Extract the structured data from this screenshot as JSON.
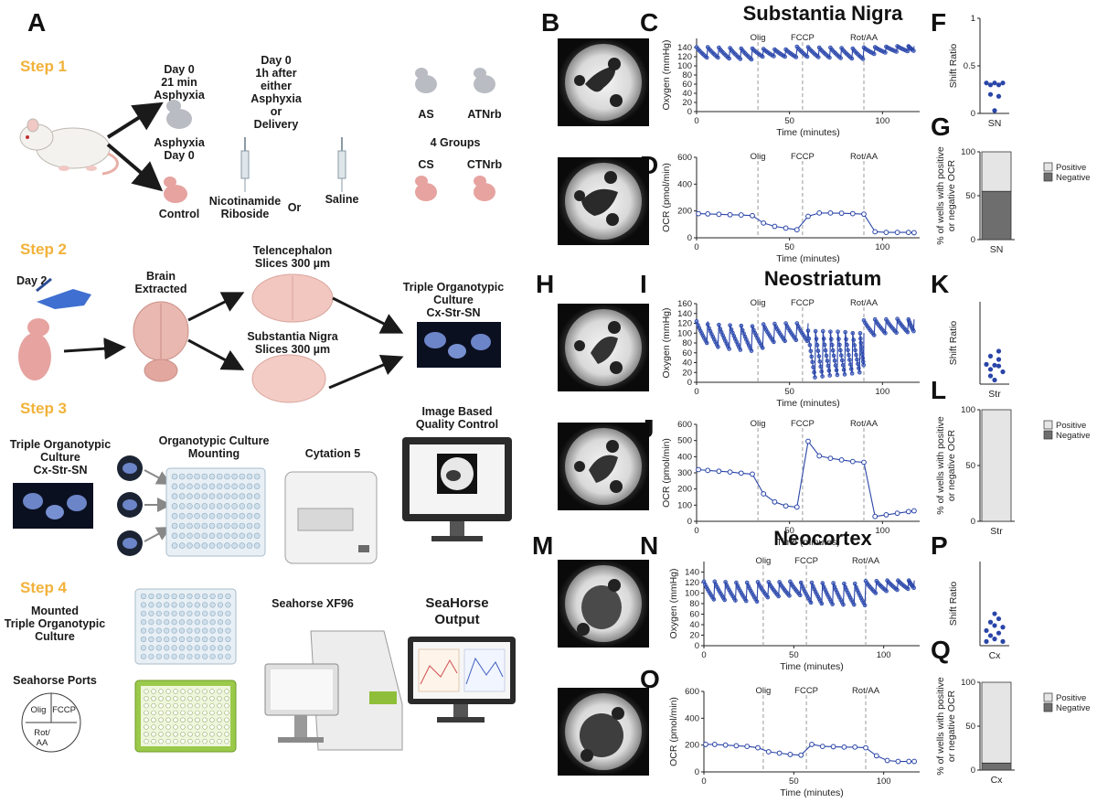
{
  "panel_letters": [
    "A",
    "B",
    "C",
    "D",
    "F",
    "G",
    "H",
    "I",
    "J",
    "K",
    "L",
    "M",
    "N",
    "O",
    "P",
    "Q"
  ],
  "schematic": {
    "steps": [
      "Step 1",
      "Step 2",
      "Step 3",
      "Step 4"
    ],
    "step1": {
      "day0_asphyxia": [
        "Day 0",
        "21 min",
        "Asphyxia"
      ],
      "asphyxia_day0": [
        "Asphyxia",
        "Day 0"
      ],
      "control": "Control",
      "day0_treatment": [
        "Day 0",
        "1h after",
        "either",
        "Asphyxia",
        "or",
        "Delivery"
      ],
      "nicotinamide": [
        "Nicotinamide",
        "Riboside"
      ],
      "or": "Or",
      "saline": "Saline",
      "groups": {
        "AS": "AS",
        "ATNrb": "ATNrb",
        "title": "4 Groups",
        "CS": "CS",
        "CTNrb": "CTNrb"
      }
    },
    "step2": {
      "day2": "Day 2",
      "brain": [
        "Brain",
        "Extracted"
      ],
      "telencephalon": [
        "Telencephalon",
        "Slices 300 µm"
      ],
      "substantia": [
        "Substantia Nigra",
        "Slices 300 µm"
      ],
      "triple": [
        "Triple Organotypic",
        "Culture",
        "Cx-Str-SN"
      ]
    },
    "step3": {
      "triple": [
        "Triple Organotypic",
        "Culture",
        "Cx-Str-SN"
      ],
      "mounting": [
        "Organotypic Culture",
        "Mounting"
      ],
      "cytation": "Cytation 5",
      "qc": [
        "Image Based",
        "Quality Control"
      ]
    },
    "step4": {
      "mounted": [
        "Mounted",
        "Triple Organotypic",
        "Culture"
      ],
      "ports_title": "Seahorse Ports",
      "ports": [
        "Olig",
        "FCCP",
        "Rot/",
        "AA"
      ],
      "xf96": "Seahorse XF96",
      "output": [
        "SeaHorse",
        "Output"
      ]
    }
  },
  "colors": {
    "trace": "#2a45a8",
    "point_fill": "#7d95d6",
    "event_line": "#9a9a9a",
    "positive": "#e5e5e5",
    "negative": "#6e6e6e",
    "step": "#f2b23a",
    "pup_gray": "#b9bcc2",
    "pup_pink": "#e6a3a0",
    "brain": "#e9b8b0"
  },
  "chart_data": [
    {
      "id": "C",
      "type": "line",
      "region": "Substantia Nigra",
      "ylabel": "Oxygen (mmHg)",
      "xlabel": "Time (minutes)",
      "xlim": [
        0,
        120
      ],
      "ylim": [
        0,
        160
      ],
      "yticks": [
        0,
        20,
        40,
        60,
        80,
        100,
        120,
        140
      ],
      "xticks": [
        0,
        50,
        100
      ],
      "events": [
        {
          "label": "Olig",
          "x": 33
        },
        {
          "label": "FCCP",
          "x": 57
        },
        {
          "label": "Rot/AA",
          "x": 90
        }
      ],
      "cycles": [
        [
          0,
          6,
          141,
          118
        ],
        [
          6,
          12,
          141,
          118
        ],
        [
          12,
          18,
          140,
          116
        ],
        [
          18,
          24,
          139,
          115
        ],
        [
          24,
          30,
          138,
          114
        ],
        [
          30,
          36,
          138,
          120
        ],
        [
          36,
          42,
          137,
          121
        ],
        [
          42,
          48,
          136,
          120
        ],
        [
          48,
          54,
          136,
          119
        ],
        [
          54,
          60,
          142,
          120
        ],
        [
          60,
          66,
          141,
          119
        ],
        [
          66,
          72,
          140,
          118
        ],
        [
          72,
          78,
          140,
          117
        ],
        [
          78,
          84,
          139,
          116
        ],
        [
          84,
          90,
          138,
          115
        ],
        [
          90,
          96,
          140,
          126
        ],
        [
          96,
          102,
          141,
          129
        ],
        [
          102,
          108,
          142,
          131
        ],
        [
          108,
          114,
          143,
          132
        ],
        [
          114,
          117,
          143,
          133
        ]
      ]
    },
    {
      "id": "D",
      "type": "line",
      "region": "Substantia Nigra",
      "ylabel": "OCR (pmol/min)",
      "xlabel": "Time (minutes)",
      "xlim": [
        0,
        120
      ],
      "ylim": [
        0,
        600
      ],
      "yticks": [
        0,
        200,
        400,
        600
      ],
      "xticks": [
        0,
        50,
        100
      ],
      "events": [
        {
          "label": "Olig",
          "x": 33
        },
        {
          "label": "FCCP",
          "x": 57
        },
        {
          "label": "Rot/AA",
          "x": 90
        }
      ],
      "x": [
        1,
        6,
        12,
        18,
        24,
        30,
        36,
        42,
        48,
        54,
        60,
        66,
        72,
        78,
        84,
        90,
        96,
        102,
        108,
        114,
        117
      ],
      "y": [
        180,
        178,
        175,
        172,
        170,
        165,
        110,
        85,
        72,
        60,
        160,
        185,
        185,
        183,
        180,
        176,
        45,
        40,
        40,
        40,
        38
      ]
    },
    {
      "id": "I",
      "type": "line",
      "region": "Neostriatum",
      "ylabel": "Oxygen (mmHg)",
      "xlabel": "Time (minutes)",
      "xlim": [
        0,
        120
      ],
      "ylim": [
        0,
        160
      ],
      "yticks": [
        0,
        20,
        40,
        60,
        80,
        100,
        120,
        140,
        160
      ],
      "xticks": [
        0,
        50,
        100
      ],
      "events": [
        {
          "label": "Olig",
          "x": 33
        },
        {
          "label": "FCCP",
          "x": 57
        },
        {
          "label": "Rot/AA",
          "x": 90
        }
      ],
      "cycles": [
        [
          0,
          6,
          124,
          80
        ],
        [
          6,
          12,
          118,
          72
        ],
        [
          12,
          18,
          117,
          68
        ],
        [
          18,
          24,
          116,
          66
        ],
        [
          24,
          30,
          115,
          64
        ],
        [
          30,
          36,
          114,
          70
        ],
        [
          36,
          42,
          118,
          82
        ],
        [
          42,
          48,
          119,
          84
        ],
        [
          48,
          54,
          120,
          86
        ],
        [
          54,
          60,
          120,
          84
        ],
        [
          60,
          64,
          105,
          10
        ],
        [
          64,
          68,
          104,
          12
        ],
        [
          68,
          72,
          104,
          14
        ],
        [
          72,
          76,
          103,
          15
        ],
        [
          76,
          80,
          103,
          16
        ],
        [
          80,
          84,
          102,
          18
        ],
        [
          84,
          88,
          100,
          20
        ],
        [
          88,
          90,
          100,
          35
        ],
        [
          90,
          96,
          126,
          96
        ],
        [
          96,
          102,
          128,
          100
        ],
        [
          102,
          108,
          128,
          101
        ],
        [
          108,
          114,
          129,
          102
        ],
        [
          114,
          117,
          128,
          104
        ]
      ]
    },
    {
      "id": "J",
      "type": "line",
      "region": "Neostriatum",
      "ylabel": "OCR (pmol/min)",
      "xlabel": "Time (minutes)",
      "xlim": [
        0,
        120
      ],
      "ylim": [
        0,
        600
      ],
      "yticks": [
        0,
        100,
        200,
        300,
        400,
        500,
        600
      ],
      "xticks": [
        0,
        50,
        100
      ],
      "events": [
        {
          "label": "Olig",
          "x": 33
        },
        {
          "label": "FCCP",
          "x": 57
        },
        {
          "label": "Rot/AA",
          "x": 90
        }
      ],
      "x": [
        1,
        6,
        12,
        18,
        24,
        30,
        36,
        42,
        48,
        54,
        60,
        66,
        72,
        78,
        84,
        90,
        96,
        102,
        108,
        114,
        117
      ],
      "y": [
        320,
        315,
        310,
        305,
        298,
        292,
        170,
        120,
        95,
        88,
        495,
        405,
        390,
        380,
        370,
        365,
        30,
        40,
        50,
        60,
        65
      ]
    },
    {
      "id": "N",
      "type": "line",
      "region": "Neocortex",
      "ylabel": "Oxygen (mmHg)",
      "xlabel": "Time (minutes)",
      "xlim": [
        0,
        120
      ],
      "ylim": [
        0,
        160
      ],
      "yticks": [
        0,
        20,
        40,
        60,
        80,
        100,
        120,
        140
      ],
      "xticks": [
        0,
        50,
        100
      ],
      "events": [
        {
          "label": "Olig",
          "x": 33
        },
        {
          "label": "FCCP",
          "x": 57
        },
        {
          "label": "Rot/AA",
          "x": 90
        }
      ],
      "cycles": [
        [
          0,
          6,
          122,
          88
        ],
        [
          6,
          12,
          122,
          87
        ],
        [
          12,
          18,
          121,
          86
        ],
        [
          18,
          24,
          120,
          85
        ],
        [
          24,
          30,
          120,
          84
        ],
        [
          30,
          36,
          121,
          92
        ],
        [
          36,
          42,
          121,
          94
        ],
        [
          42,
          48,
          121,
          95
        ],
        [
          48,
          54,
          122,
          96
        ],
        [
          54,
          60,
          120,
          82
        ],
        [
          60,
          66,
          120,
          80
        ],
        [
          66,
          72,
          119,
          79
        ],
        [
          72,
          78,
          119,
          78
        ],
        [
          78,
          84,
          118,
          78
        ],
        [
          84,
          90,
          118,
          77
        ],
        [
          90,
          96,
          123,
          100
        ],
        [
          96,
          102,
          123,
          104
        ],
        [
          102,
          108,
          124,
          106
        ],
        [
          108,
          114,
          124,
          108
        ],
        [
          114,
          117,
          124,
          110
        ]
      ]
    },
    {
      "id": "O",
      "type": "line",
      "region": "Neocortex",
      "ylabel": "OCR (pmol/min)",
      "xlabel": "Time (minutes)",
      "xlim": [
        0,
        120
      ],
      "ylim": [
        0,
        600
      ],
      "yticks": [
        0,
        200,
        400,
        600
      ],
      "xticks": [
        0,
        50,
        100
      ],
      "events": [
        {
          "label": "Olig",
          "x": 33
        },
        {
          "label": "FCCP",
          "x": 57
        },
        {
          "label": "Rot/AA",
          "x": 90
        }
      ],
      "x": [
        1,
        6,
        12,
        18,
        24,
        30,
        36,
        42,
        48,
        54,
        60,
        66,
        72,
        78,
        84,
        90,
        96,
        102,
        108,
        114,
        117
      ],
      "y": [
        205,
        205,
        200,
        195,
        190,
        180,
        150,
        140,
        130,
        125,
        205,
        190,
        188,
        185,
        185,
        180,
        120,
        85,
        78,
        78,
        78
      ]
    },
    {
      "id": "F",
      "type": "scatter",
      "ylabel": "Shift Ratio",
      "category": "SN",
      "ylim": [
        0,
        1
      ],
      "yticks": [
        0,
        0.5,
        1
      ],
      "points": [
        [
          -2,
          0.32
        ],
        [
          -1,
          0.3
        ],
        [
          0,
          0.32
        ],
        [
          1,
          0.3
        ],
        [
          2,
          0.32
        ],
        [
          -1,
          0.2
        ],
        [
          1,
          0.18
        ],
        [
          0,
          0.03
        ]
      ]
    },
    {
      "id": "K",
      "type": "scatter",
      "ylabel": "Shift Ratio",
      "category": "Str",
      "ylim": [
        0,
        1
      ],
      "yticks": [],
      "points": [
        [
          1,
          0.4
        ],
        [
          -1,
          0.34
        ],
        [
          1,
          0.3
        ],
        [
          -2,
          0.24
        ],
        [
          0,
          0.23
        ],
        [
          1,
          0.22
        ],
        [
          -1,
          0.18
        ],
        [
          2,
          0.15
        ],
        [
          -1,
          0.1
        ],
        [
          0,
          0.05
        ]
      ]
    },
    {
      "id": "P",
      "type": "scatter",
      "ylabel": "Shift Ratio",
      "category": "Cx",
      "ylim": [
        0,
        1
      ],
      "yticks": [],
      "points": [
        [
          0,
          0.38
        ],
        [
          1,
          0.32
        ],
        [
          -1,
          0.28
        ],
        [
          0,
          0.24
        ],
        [
          2,
          0.22
        ],
        [
          -2,
          0.18
        ],
        [
          1,
          0.15
        ],
        [
          -1,
          0.12
        ],
        [
          0,
          0.08
        ],
        [
          2,
          0.05
        ],
        [
          -2,
          0.05
        ]
      ]
    },
    {
      "id": "G",
      "type": "bar",
      "stacked": true,
      "ylabel": [
        "% of wells with positive",
        "or negative OCR"
      ],
      "category": "SN",
      "ylim": [
        0,
        100
      ],
      "yticks": [
        0,
        50,
        100
      ],
      "series": [
        {
          "name": "Positive",
          "value": 45
        },
        {
          "name": "Negative",
          "value": 55
        }
      ],
      "legend": [
        "Positive",
        "Negative"
      ]
    },
    {
      "id": "L",
      "type": "bar",
      "stacked": true,
      "ylabel": [
        "% of wells with positive",
        "or negative OCR"
      ],
      "category": "Str",
      "ylim": [
        0,
        100
      ],
      "yticks": [
        0,
        50,
        100
      ],
      "series": [
        {
          "name": "Positive",
          "value": 100
        },
        {
          "name": "Negative",
          "value": 0
        }
      ],
      "legend": [
        "Positive",
        "Negative"
      ]
    },
    {
      "id": "Q",
      "type": "bar",
      "stacked": true,
      "ylabel": [
        "% of wells with positive",
        "or negative OCR"
      ],
      "category": "Cx",
      "ylim": [
        0,
        100
      ],
      "yticks": [
        0,
        50,
        100
      ],
      "series": [
        {
          "name": "Positive",
          "value": 92
        },
        {
          "name": "Negative",
          "value": 8
        }
      ],
      "legend": [
        "Positive",
        "Negative"
      ]
    }
  ]
}
